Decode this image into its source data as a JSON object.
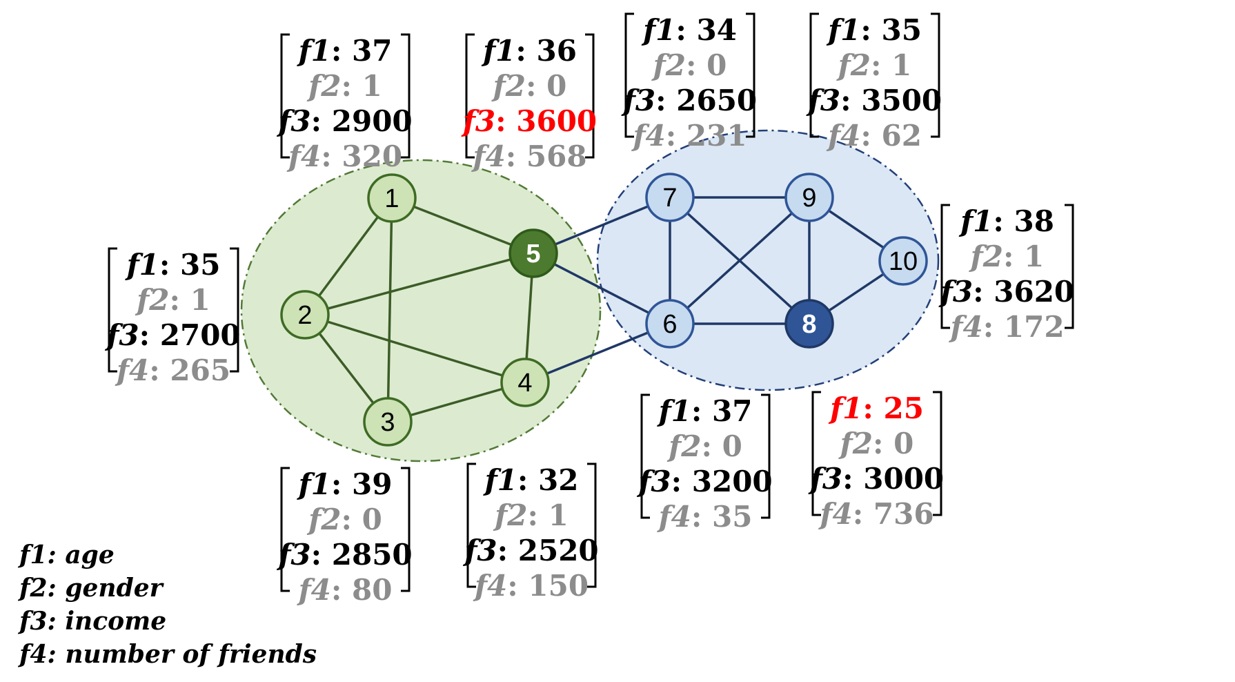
{
  "colors": {
    "green_fill": "#dcebd0",
    "green_border": "#527a36",
    "green_node": "#cde2b5",
    "green_node_stroke": "#3e6b24",
    "green_dark": "#4c7a2e",
    "green_edge": "#3c5c27",
    "blue_fill": "#dbe7f4",
    "blue_border": "#233f78",
    "blue_node": "#c6daf0",
    "blue_node_stroke": "#2f5597",
    "blue_dark": "#2f5597",
    "blue_edge": "#1f3866",
    "black": "#000000",
    "gray": "#8c8c8c",
    "red": "#ff0000"
  },
  "nodes": [
    {
      "id": "1",
      "group": "green",
      "highlight": false
    },
    {
      "id": "2",
      "group": "green",
      "highlight": false
    },
    {
      "id": "3",
      "group": "green",
      "highlight": false
    },
    {
      "id": "4",
      "group": "green",
      "highlight": false
    },
    {
      "id": "5",
      "group": "green",
      "highlight": true
    },
    {
      "id": "6",
      "group": "blue",
      "highlight": false
    },
    {
      "id": "7",
      "group": "blue",
      "highlight": false
    },
    {
      "id": "8",
      "group": "blue",
      "highlight": true
    },
    {
      "id": "9",
      "group": "blue",
      "highlight": false
    },
    {
      "id": "10",
      "group": "blue",
      "highlight": false
    }
  ],
  "edges": [
    [
      "1",
      "2"
    ],
    [
      "1",
      "3"
    ],
    [
      "1",
      "5"
    ],
    [
      "2",
      "5"
    ],
    [
      "2",
      "3"
    ],
    [
      "2",
      "4"
    ],
    [
      "3",
      "4"
    ],
    [
      "4",
      "5"
    ],
    [
      "5",
      "7"
    ],
    [
      "5",
      "6"
    ],
    [
      "4",
      "6"
    ],
    [
      "7",
      "9"
    ],
    [
      "7",
      "6"
    ],
    [
      "7",
      "8"
    ],
    [
      "6",
      "9"
    ],
    [
      "6",
      "8"
    ],
    [
      "9",
      "8"
    ],
    [
      "9",
      "10"
    ],
    [
      "8",
      "10"
    ]
  ],
  "feature_vectors": [
    {
      "node": "1",
      "rows": [
        {
          "key": "f1",
          "value": "37",
          "style": "black"
        },
        {
          "key": "f2",
          "value": "1",
          "style": "gray"
        },
        {
          "key": "f3",
          "value": "2900",
          "style": "black"
        },
        {
          "key": "f4",
          "value": "320",
          "style": "gray"
        }
      ]
    },
    {
      "node": "5",
      "rows": [
        {
          "key": "f1",
          "value": "36",
          "style": "black"
        },
        {
          "key": "f2",
          "value": "0",
          "style": "gray"
        },
        {
          "key": "f3",
          "value": "3600",
          "style": "red"
        },
        {
          "key": "f4",
          "value": "568",
          "style": "gray"
        }
      ]
    },
    {
      "node": "7",
      "rows": [
        {
          "key": "f1",
          "value": "34",
          "style": "black"
        },
        {
          "key": "f2",
          "value": "0",
          "style": "gray"
        },
        {
          "key": "f3",
          "value": "2650",
          "style": "black"
        },
        {
          "key": "f4",
          "value": "231",
          "style": "gray"
        }
      ]
    },
    {
      "node": "9",
      "rows": [
        {
          "key": "f1",
          "value": "35",
          "style": "black"
        },
        {
          "key": "f2",
          "value": "1",
          "style": "gray"
        },
        {
          "key": "f3",
          "value": "3500",
          "style": "black"
        },
        {
          "key": "f4",
          "value": "62",
          "style": "gray"
        }
      ]
    },
    {
      "node": "2",
      "rows": [
        {
          "key": "f1",
          "value": "35",
          "style": "black"
        },
        {
          "key": "f2",
          "value": "1",
          "style": "gray"
        },
        {
          "key": "f3",
          "value": "2700",
          "style": "black"
        },
        {
          "key": "f4",
          "value": "265",
          "style": "gray"
        }
      ]
    },
    {
      "node": "10",
      "rows": [
        {
          "key": "f1",
          "value": "38",
          "style": "black"
        },
        {
          "key": "f2",
          "value": "1",
          "style": "gray"
        },
        {
          "key": "f3",
          "value": "3620",
          "style": "black"
        },
        {
          "key": "f4",
          "value": "172",
          "style": "gray"
        }
      ]
    },
    {
      "node": "6",
      "rows": [
        {
          "key": "f1",
          "value": "37",
          "style": "black"
        },
        {
          "key": "f2",
          "value": "0",
          "style": "gray"
        },
        {
          "key": "f3",
          "value": "3200",
          "style": "black"
        },
        {
          "key": "f4",
          "value": "35",
          "style": "gray"
        }
      ]
    },
    {
      "node": "8",
      "rows": [
        {
          "key": "f1",
          "value": "25",
          "style": "red"
        },
        {
          "key": "f2",
          "value": "0",
          "style": "gray"
        },
        {
          "key": "f3",
          "value": "3000",
          "style": "black"
        },
        {
          "key": "f4",
          "value": "736",
          "style": "gray"
        }
      ]
    },
    {
      "node": "3",
      "rows": [
        {
          "key": "f1",
          "value": "39",
          "style": "black"
        },
        {
          "key": "f2",
          "value": "0",
          "style": "gray"
        },
        {
          "key": "f3",
          "value": "2850",
          "style": "black"
        },
        {
          "key": "f4",
          "value": "80",
          "style": "gray"
        }
      ]
    },
    {
      "node": "4",
      "rows": [
        {
          "key": "f1",
          "value": "32",
          "style": "black"
        },
        {
          "key": "f2",
          "value": "1",
          "style": "gray"
        },
        {
          "key": "f3",
          "value": "2520",
          "style": "black"
        },
        {
          "key": "f4",
          "value": "150",
          "style": "gray"
        }
      ]
    }
  ],
  "legend": {
    "items": [
      "f1: age",
      "f2: gender",
      "f3: income",
      "f4: number of friends"
    ]
  }
}
